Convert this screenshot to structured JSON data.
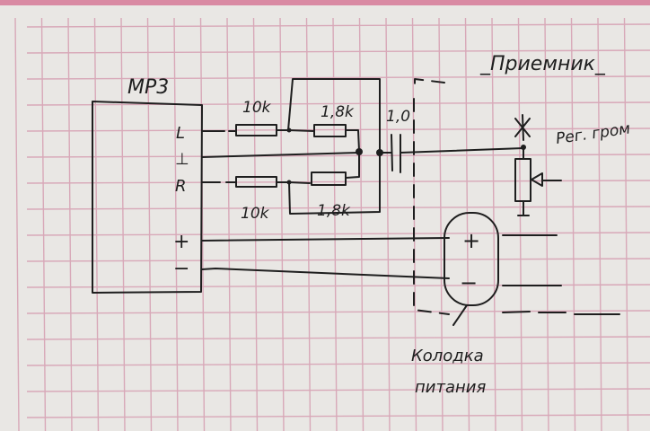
{
  "diagram": {
    "device_label": "MP3",
    "pins": {
      "left": "L",
      "ground": "⊥",
      "right": "R",
      "plus": "+",
      "minus": "−"
    },
    "resistors": {
      "r_left_series": "10k",
      "r_left_shunt": "1,8k",
      "r_right_series": "10k",
      "r_right_shunt": "1,8k"
    },
    "capacitor": "1,0",
    "receiver_title": "_Приемник_",
    "volume_control": "Рег. гром",
    "connector": {
      "plus": "+",
      "minus": "−"
    },
    "connector_label_line1": "Колодка",
    "connector_label_line2": "питания"
  },
  "colors": {
    "paper": "#e9e7e4",
    "grid": "#d8a8b8",
    "ink": "#1e1e1e",
    "top_strip": "#d98aa3"
  }
}
